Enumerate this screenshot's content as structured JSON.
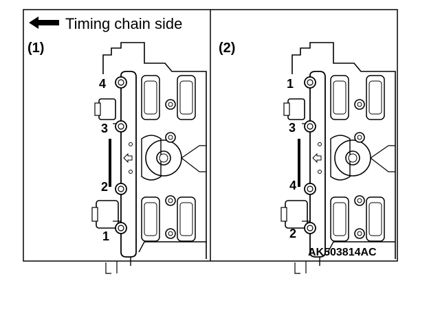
{
  "header": {
    "direction_text": "Timing chain side",
    "arrow_icon": "left-arrow-icon"
  },
  "panels": [
    {
      "label": "(1)",
      "bolt_numbers": [
        "4",
        "3",
        "2",
        "1"
      ]
    },
    {
      "label": "(2)",
      "bolt_numbers": [
        "1",
        "3",
        "4",
        "2"
      ]
    }
  ],
  "figure_code": "AK503814AC"
}
